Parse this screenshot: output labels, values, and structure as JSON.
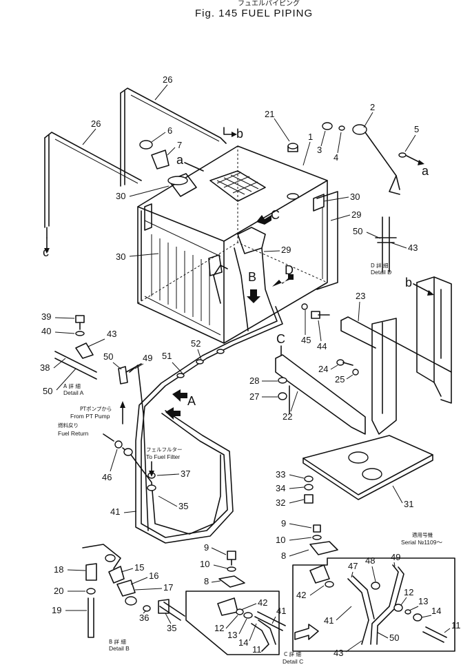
{
  "header": {
    "subtitle_jp": "フュエルパイピング",
    "title": "Fig. 145   FUEL  PIPING"
  },
  "callouts": [
    {
      "id": "c26a",
      "text": "26"
    },
    {
      "id": "c26b",
      "text": "26"
    },
    {
      "id": "c21",
      "text": "21"
    },
    {
      "id": "c1",
      "text": "1"
    },
    {
      "id": "c2",
      "text": "2"
    },
    {
      "id": "c3",
      "text": "3"
    },
    {
      "id": "c4",
      "text": "4"
    },
    {
      "id": "c5",
      "text": "5"
    },
    {
      "id": "c6",
      "text": "6"
    },
    {
      "id": "c7",
      "text": "7"
    },
    {
      "id": "c30a",
      "text": "30"
    },
    {
      "id": "c30b",
      "text": "30"
    },
    {
      "id": "c30c",
      "text": "30"
    },
    {
      "id": "c29a",
      "text": "29"
    },
    {
      "id": "c29b",
      "text": "29"
    },
    {
      "id": "c50a",
      "text": "50"
    },
    {
      "id": "c43a",
      "text": "43"
    },
    {
      "id": "c23",
      "text": "23"
    },
    {
      "id": "c45",
      "text": "45"
    },
    {
      "id": "c44",
      "text": "44"
    },
    {
      "id": "c39",
      "text": "39"
    },
    {
      "id": "c40",
      "text": "40"
    },
    {
      "id": "c43b",
      "text": "43"
    },
    {
      "id": "c38",
      "text": "38"
    },
    {
      "id": "c50b",
      "text": "50"
    },
    {
      "id": "c50c",
      "text": "50"
    },
    {
      "id": "c49a",
      "text": "49"
    },
    {
      "id": "c51",
      "text": "51"
    },
    {
      "id": "c52",
      "text": "52"
    },
    {
      "id": "c24",
      "text": "24"
    },
    {
      "id": "c25",
      "text": "25"
    },
    {
      "id": "c28",
      "text": "28"
    },
    {
      "id": "c27",
      "text": "27"
    },
    {
      "id": "c22",
      "text": "22"
    },
    {
      "id": "c46",
      "text": "46"
    },
    {
      "id": "c37",
      "text": "37"
    },
    {
      "id": "c33",
      "text": "33"
    },
    {
      "id": "c34",
      "text": "34"
    },
    {
      "id": "c32",
      "text": "32"
    },
    {
      "id": "c31",
      "text": "31"
    },
    {
      "id": "c41a",
      "text": "41"
    },
    {
      "id": "c35a",
      "text": "35"
    },
    {
      "id": "c9a",
      "text": "9"
    },
    {
      "id": "c10a",
      "text": "10"
    },
    {
      "id": "c8a",
      "text": "8"
    },
    {
      "id": "c9b",
      "text": "9"
    },
    {
      "id": "c10b",
      "text": "10"
    },
    {
      "id": "c8b",
      "text": "8"
    },
    {
      "id": "c18",
      "text": "18"
    },
    {
      "id": "c15",
      "text": "15"
    },
    {
      "id": "c16",
      "text": "16"
    },
    {
      "id": "c17",
      "text": "17"
    },
    {
      "id": "c20",
      "text": "20"
    },
    {
      "id": "c19",
      "text": "19"
    },
    {
      "id": "c36",
      "text": "36"
    },
    {
      "id": "c35b",
      "text": "35"
    },
    {
      "id": "c42a",
      "text": "42"
    },
    {
      "id": "c41b",
      "text": "41"
    },
    {
      "id": "c12a",
      "text": "12"
    },
    {
      "id": "c13a",
      "text": "13"
    },
    {
      "id": "c14a",
      "text": "14"
    },
    {
      "id": "c11a",
      "text": "11"
    },
    {
      "id": "c48",
      "text": "48"
    },
    {
      "id": "c49b",
      "text": "49"
    },
    {
      "id": "c47",
      "text": "47"
    },
    {
      "id": "c42b",
      "text": "42"
    },
    {
      "id": "c12b",
      "text": "12"
    },
    {
      "id": "c13b",
      "text": "13"
    },
    {
      "id": "c14b",
      "text": "14"
    },
    {
      "id": "c11b",
      "text": "11"
    },
    {
      "id": "c41c",
      "text": "41"
    },
    {
      "id": "c50d",
      "text": "50"
    },
    {
      "id": "c43c",
      "text": "43"
    }
  ],
  "markers": {
    "a1": "a",
    "a2": "a",
    "b1": "b",
    "b2": "b",
    "c1": "c",
    "c2": "C",
    "A": "A",
    "B": "B",
    "C": "C",
    "D": "D"
  },
  "details": {
    "a_jp": "A 詳 細",
    "a": "Detail A",
    "b_jp": "B 詳 細",
    "b": "Detail B",
    "c_jp": "C 詳 細",
    "c": "Detail C",
    "d_jp": "D 詳 細",
    "d": "Detail D"
  },
  "notes": {
    "pt_jp": "PTポンプから",
    "pt": "From PT Pump",
    "ret_jp": "燃料戻り",
    "ret": "Fuel Return",
    "filter_jp": "フェルフルター",
    "filter": "To Fuel Filter",
    "serial_jp": "適用号機",
    "serial": "Serial №1109～"
  }
}
